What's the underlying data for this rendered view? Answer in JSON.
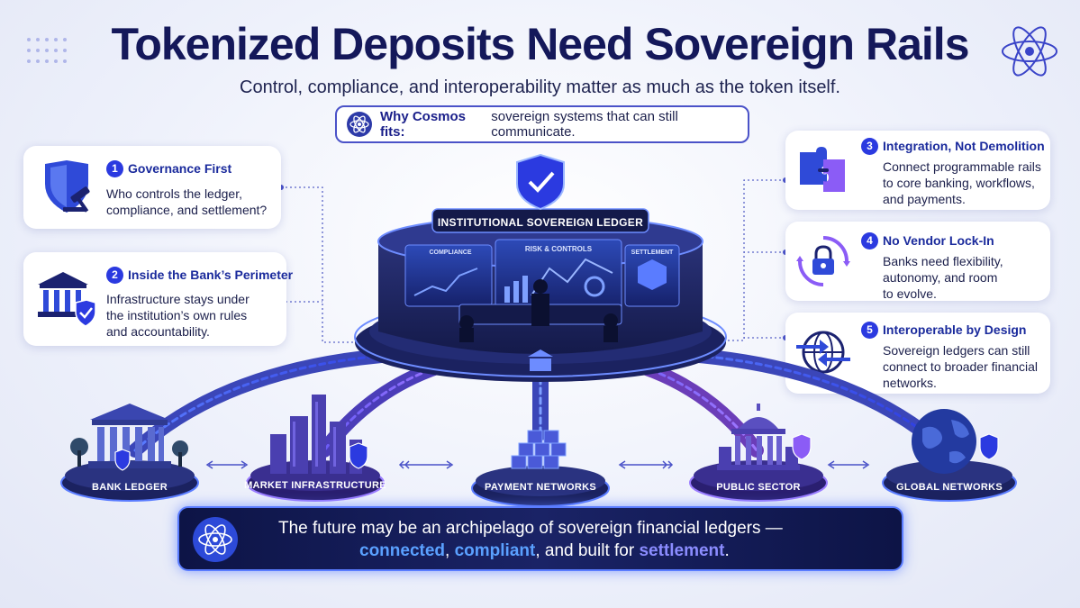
{
  "header": {
    "title": "Tokenized Deposits Need Sovereign Rails",
    "subtitle": "Control, compliance, and interoperability matter as much as the token itself."
  },
  "why": {
    "bold": "Why Cosmos fits:",
    "text": "sovereign systems that can still communicate."
  },
  "cards": [
    {
      "num": "1",
      "title": "Governance First",
      "lines": [
        "Who controls the ledger,",
        "compliance, and settlement?"
      ],
      "icon": "shield-gavel-icon"
    },
    {
      "num": "2",
      "title": "Inside the Bank’s Perimeter",
      "lines": [
        "Infrastructure stays under",
        "the institution’s own rules",
        "and accountability."
      ],
      "icon": "bank-shield-icon"
    },
    {
      "num": "3",
      "title": "Integration, Not Demolition",
      "lines": [
        "Connect programmable rails",
        "to core banking, workflows,",
        "and payments."
      ],
      "icon": "puzzle-icon"
    },
    {
      "num": "4",
      "title": "No Vendor Lock-In",
      "lines": [
        "Banks need flexibility,",
        "autonomy, and room",
        "to evolve."
      ],
      "icon": "lock-cycle-icon"
    },
    {
      "num": "5",
      "title": "Interoperable by Design",
      "lines": [
        "Sovereign ledgers can still",
        "connect to broader financial",
        "networks."
      ],
      "icon": "globe-arrows-icon"
    }
  ],
  "ledger": {
    "title": "INSTITUTIONAL SOVEREIGN LEDGER",
    "screens": [
      "COMPLIANCE",
      "RISK & CONTROLS",
      "SETTLEMENT"
    ]
  },
  "nodes": [
    "BANK LEDGER",
    "MARKET INFRASTRUCTURE",
    "PAYMENT NETWORKS",
    "PUBLIC SECTOR",
    "GLOBAL NETWORKS"
  ],
  "banner": {
    "line1": "The future may be an archipelago of sovereign financial ledgers —",
    "w1": "connected",
    "sep1": ", ",
    "w2": "compliant",
    "sep2": ", and built for ",
    "w3": "settlement",
    "end": "."
  },
  "colors": {
    "accent": "#2b3ae0",
    "navy": "#14185a",
    "glow": "#5a7cff",
    "purple": "#8b5cf6"
  }
}
